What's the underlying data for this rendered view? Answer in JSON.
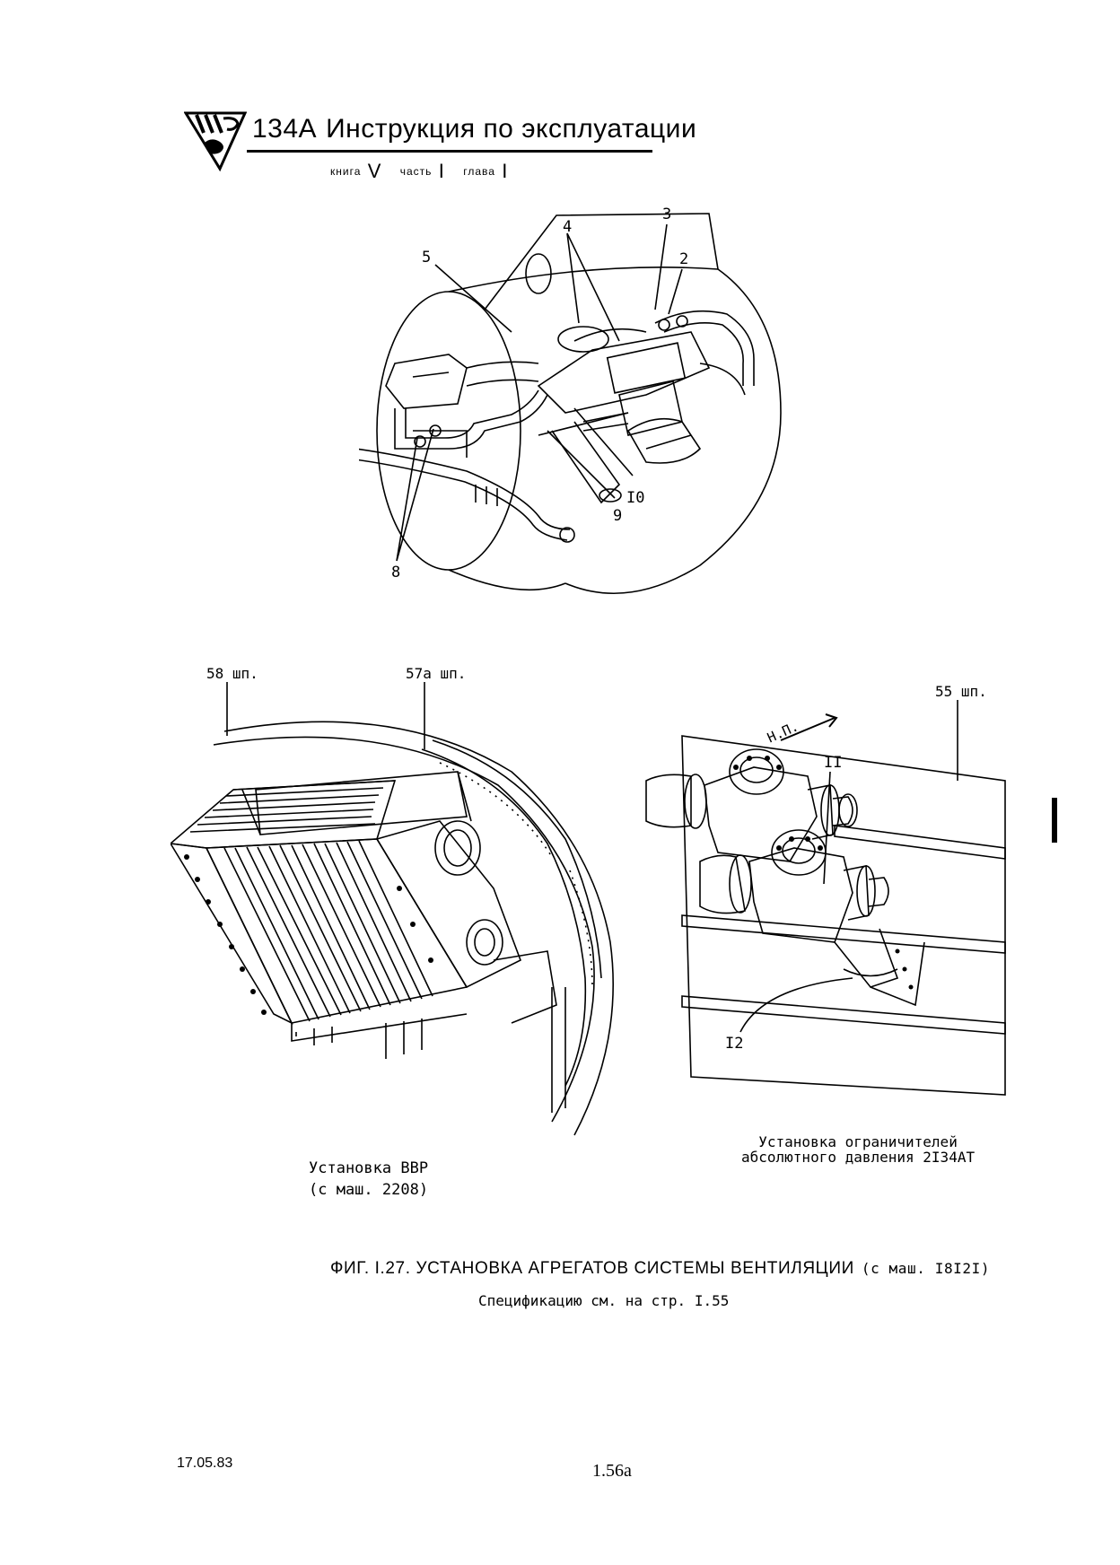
{
  "header": {
    "model": "134А",
    "title": "Инструкция по эксплуатации",
    "book_label": "книга",
    "book_value": "V",
    "part_label": "часть",
    "part_value": "I",
    "chapter_label": "глава",
    "chapter_value": "I"
  },
  "top_drawing": {
    "callouts": [
      "3",
      "4",
      "2",
      "5",
      "I0",
      "9",
      "8"
    ]
  },
  "left_drawing": {
    "frame_labels": [
      "58 шп.",
      "57а шп."
    ],
    "caption_line1": "Установка ВВР",
    "caption_line2": "(с маш. 2208)"
  },
  "right_drawing": {
    "frame_label": "55 шп.",
    "direction_label": "Н.П.",
    "callouts": [
      "II",
      "I2"
    ],
    "caption_line1": "Установка ограничителей",
    "caption_line2": "абсолютного давления 2I34АТ"
  },
  "figure": {
    "title": "ФИГ. I.27. УСТАНОВКА АГРЕГАТОВ СИСТЕМЫ ВЕНТИЛЯЦИИ",
    "title_suffix": "(с маш. I8I2I)",
    "spec_note": "Спецификацию см. на стр. I.55"
  },
  "footer": {
    "date": "17.05.83",
    "page": "1.56а"
  }
}
